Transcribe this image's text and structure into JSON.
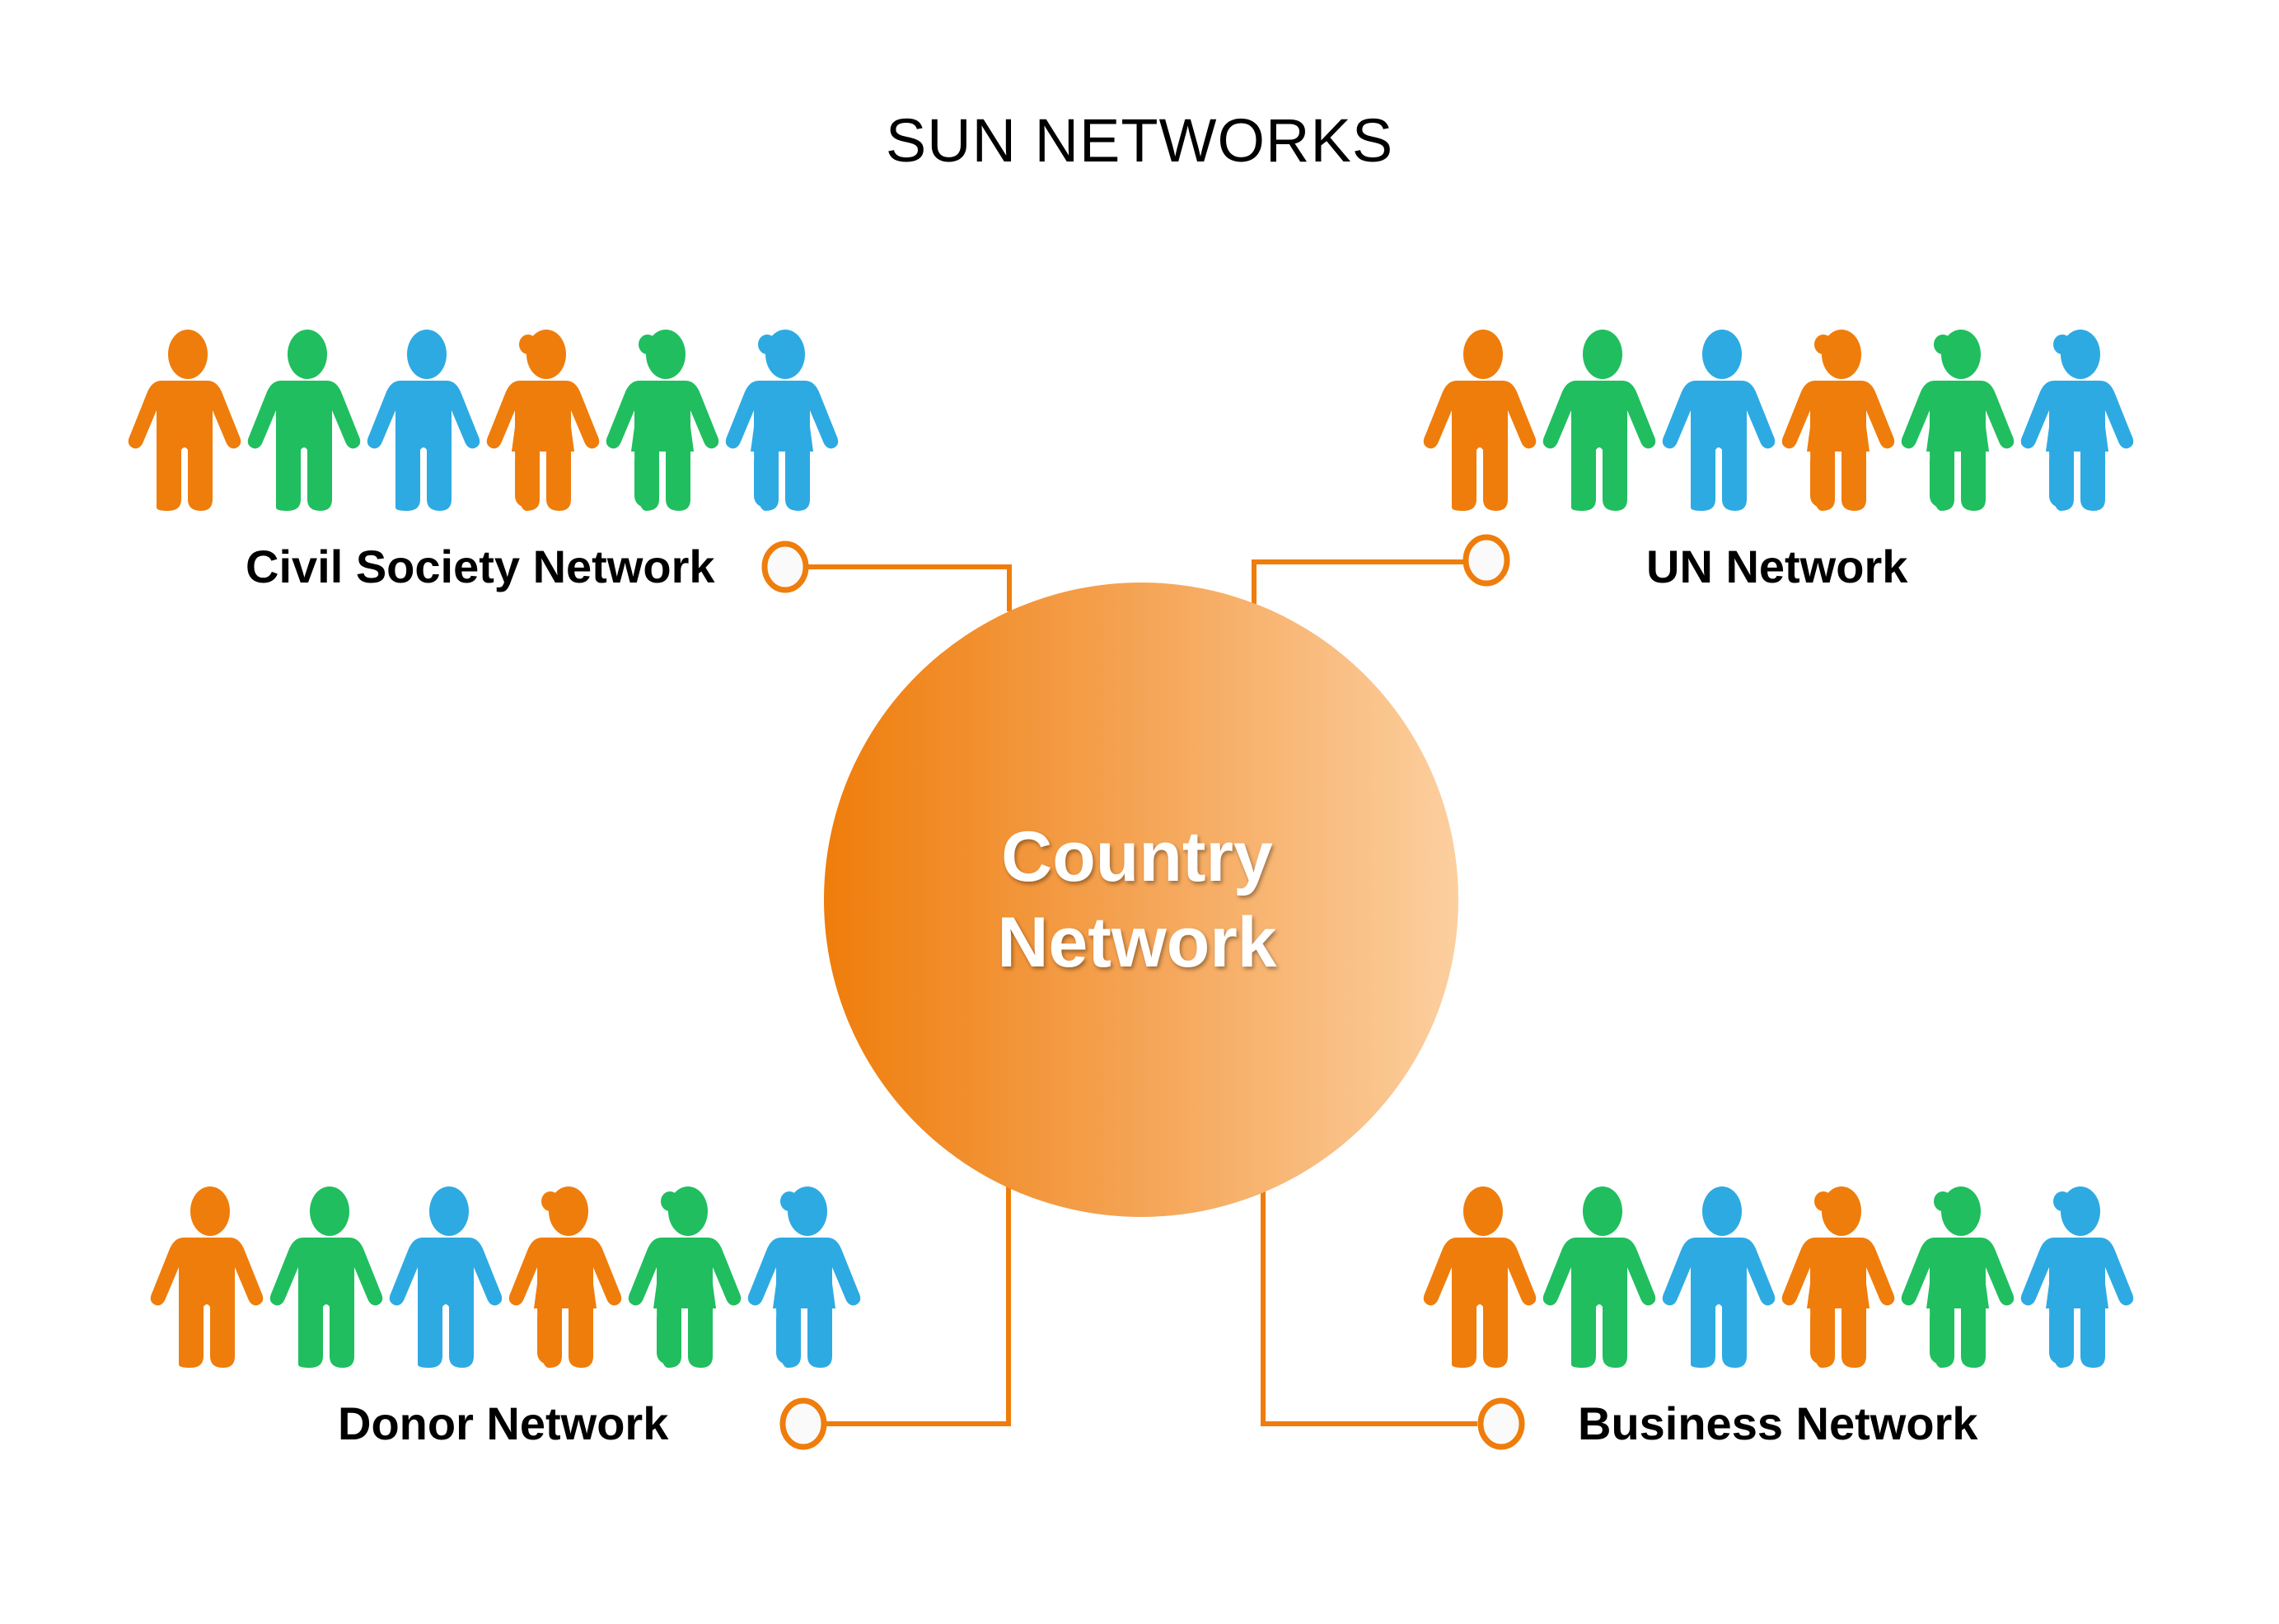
{
  "title": "SUN NETWORKS",
  "hub": {
    "label_line1": "Country",
    "label_line2": "Network",
    "gradient_start": "#ef7d0b",
    "gradient_end": "#fccf9f"
  },
  "colors": {
    "connector": "#ef7d0b",
    "orange": "#ef7d0b",
    "green": "#20be5f",
    "blue": "#2eaae2"
  },
  "networks": [
    {
      "id": "civil-society",
      "label": "Civil Society Network"
    },
    {
      "id": "un",
      "label": "UN Network"
    },
    {
      "id": "donor",
      "label": "Donor Network"
    },
    {
      "id": "business",
      "label": "Business Network"
    }
  ],
  "people_row": [
    {
      "type": "man",
      "color": "orange"
    },
    {
      "type": "man",
      "color": "green"
    },
    {
      "type": "man",
      "color": "blue"
    },
    {
      "type": "woman",
      "color": "orange"
    },
    {
      "type": "woman",
      "color": "green"
    },
    {
      "type": "woman",
      "color": "blue"
    }
  ]
}
